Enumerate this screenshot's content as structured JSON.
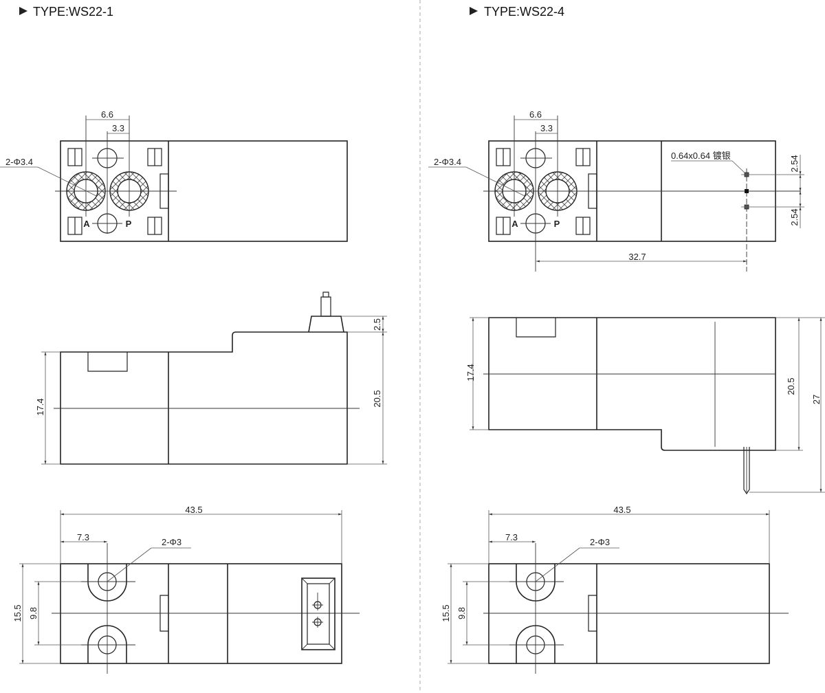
{
  "left": {
    "title": "TYPE:WS22-1",
    "top_view": {
      "port_spacing": "6.6",
      "half_spacing": "3.3",
      "port_note": "2-Φ3.4",
      "port_a": "A",
      "port_p": "P"
    },
    "side_view": {
      "body_height": "17.4",
      "total_height": "20.5",
      "terminal_height": "2.5"
    },
    "bottom_view": {
      "length": "43.5",
      "hole_offset": "7.3",
      "hole_note": "2-Φ3",
      "width": "15.5",
      "hole_spacing": "9.8"
    }
  },
  "right": {
    "title": "TYPE:WS22-4",
    "top_view": {
      "port_spacing": "6.6",
      "half_spacing": "3.3",
      "port_note": "2-Φ3.4",
      "port_a": "A",
      "port_p": "P",
      "pin_note": "0.64x0.64 镀银",
      "pin_pitch_upper": "2.54",
      "pin_pitch_lower": "2.54",
      "pin_distance": "32.7"
    },
    "side_view": {
      "body_height": "17.4",
      "total_height": "20.5",
      "overall_height": "27"
    },
    "bottom_view": {
      "length": "43.5",
      "hole_offset": "7.3",
      "hole_note": "2-Φ3",
      "width": "15.5",
      "hole_spacing": "9.8"
    }
  },
  "colors": {
    "line": "#222222",
    "divider": "#aaaaaa"
  }
}
